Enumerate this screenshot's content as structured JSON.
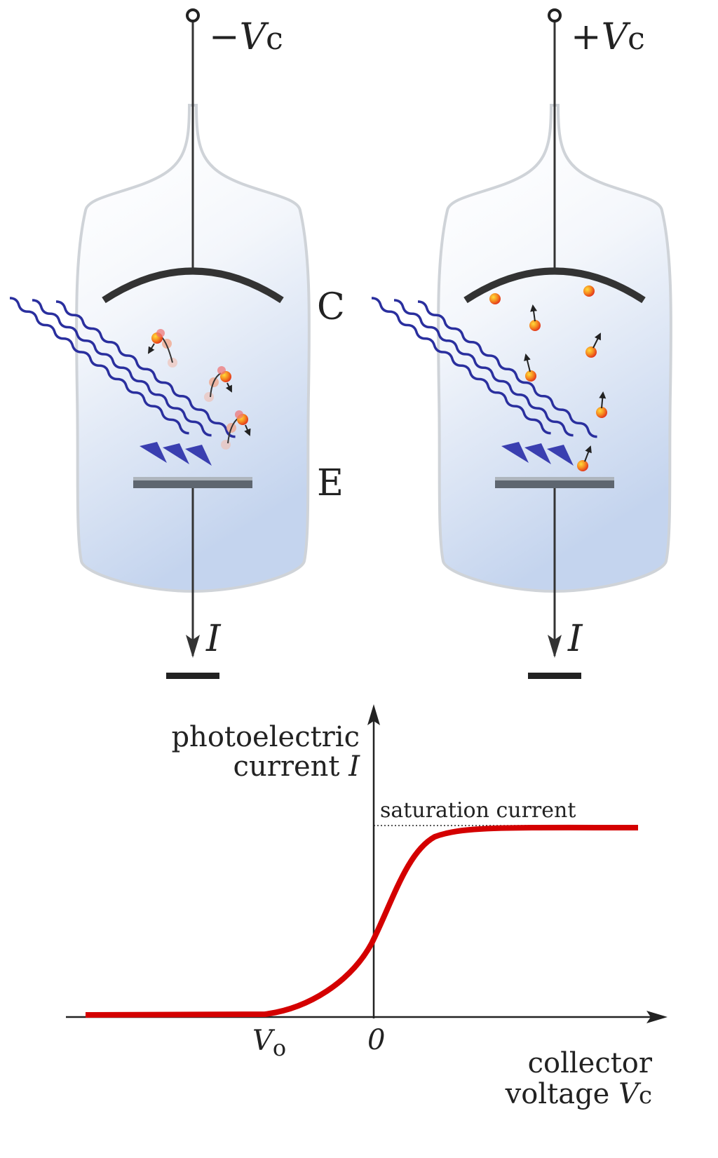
{
  "left_tube": {
    "voltage_sign": "−",
    "voltage_symbol": "V",
    "voltage_subscript": "c",
    "collector_label": "C",
    "emitter_label": "E",
    "current_label": "I"
  },
  "right_tube": {
    "voltage_sign": "+",
    "voltage_symbol": "V",
    "voltage_subscript": "c",
    "current_label": "I"
  },
  "graph": {
    "y_label_line1": "photoelectric",
    "y_label_line2_text": "current ",
    "y_label_line2_symbol": "I",
    "saturation_label": "saturation current",
    "x_label_line1": "collector",
    "x_label_line2_text": "voltage ",
    "x_label_line2_symbol": "V",
    "x_label_line2_subscript": "c",
    "v0_symbol": "V",
    "v0_subscript": "o",
    "origin_label": "0"
  },
  "colors": {
    "glass_stroke": "#cfd3d8",
    "glass_fill_top": "#ffffff",
    "glass_fill_bottom": "#c7d7ef",
    "wire": "#333333",
    "photon_wave": "#2a2f9e",
    "electron": "#f2641e",
    "curve": "#d40000"
  }
}
